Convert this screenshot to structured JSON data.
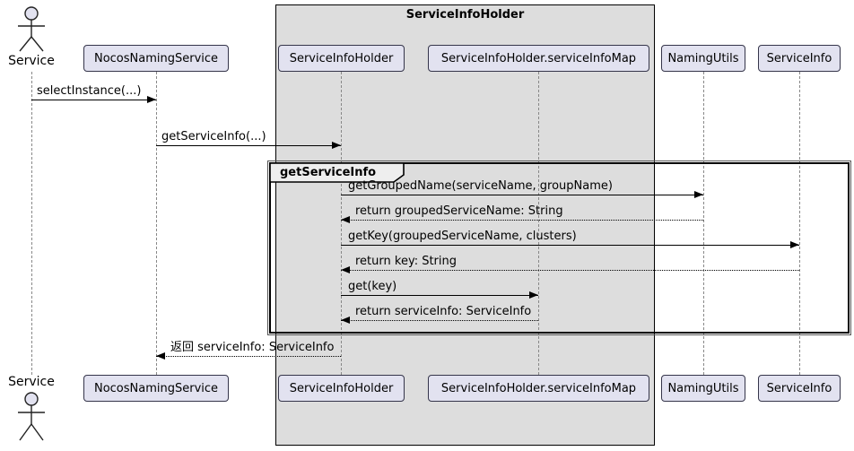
{
  "diagram": {
    "type": "uml-sequence",
    "boundary": {
      "title": "ServiceInfoHolder"
    },
    "group": {
      "label": "getServiceInfo"
    },
    "actor": {
      "label": "Service"
    },
    "participants": [
      {
        "label": "NocosNamingService"
      },
      {
        "label": "ServiceInfoHolder"
      },
      {
        "label": "ServiceInfoHolder.serviceInfoMap"
      },
      {
        "label": "NamingUtils"
      },
      {
        "label": "ServiceInfo"
      }
    ],
    "messages": [
      {
        "label": "selectInstance(...)",
        "from": "Service",
        "to": "NocosNamingService",
        "line": "solid",
        "direction": "right"
      },
      {
        "label": "getServiceInfo(...)",
        "from": "NocosNamingService",
        "to": "ServiceInfoHolder",
        "line": "solid",
        "direction": "right"
      },
      {
        "label": "getGroupedName(serviceName, groupName)",
        "from": "ServiceInfoHolder",
        "to": "NamingUtils",
        "line": "solid",
        "direction": "right"
      },
      {
        "label": "return groupedServiceName: String",
        "from": "NamingUtils",
        "to": "ServiceInfoHolder",
        "line": "dotted",
        "direction": "left"
      },
      {
        "label": "getKey(groupedServiceName, clusters)",
        "from": "ServiceInfoHolder",
        "to": "ServiceInfo",
        "line": "solid",
        "direction": "right"
      },
      {
        "label": "return key: String",
        "from": "ServiceInfo",
        "to": "ServiceInfoHolder",
        "line": "dotted",
        "direction": "left"
      },
      {
        "label": "get(key)",
        "from": "ServiceInfoHolder",
        "to": "ServiceInfoHolder.serviceInfoMap",
        "line": "solid",
        "direction": "right"
      },
      {
        "label": "return serviceInfo: ServiceInfo",
        "from": "ServiceInfoHolder.serviceInfoMap",
        "to": "ServiceInfoHolder",
        "line": "dotted",
        "direction": "left"
      },
      {
        "label": "返回 serviceInfo: ServiceInfo",
        "from": "ServiceInfoHolder",
        "to": "NocosNamingService",
        "line": "dotted",
        "direction": "left"
      }
    ],
    "colors": {
      "participant_fill": "#E2E2F0",
      "participant_border": "#35354A",
      "boundary_fill": "#DDDDDD",
      "frame_border": "#000000",
      "group_label_fill": "#EEEEEE",
      "lifeline": "#888888",
      "message": "#000000",
      "background": "#FFFFFF"
    }
  }
}
